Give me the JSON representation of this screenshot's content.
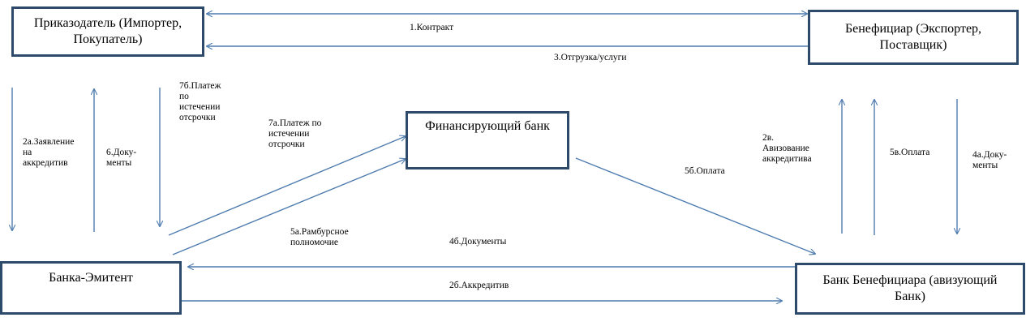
{
  "boxes": {
    "orderer": "Приказодатель (Импортер,\nПокупатель)",
    "beneficiary": "Бенефициар (Экспортер,\nПоставщик)",
    "financing_bank": "Финансирующий банк",
    "issuing_bank": "Банка-Эмитент",
    "beneficiary_bank": "Банк Бенефициара (авизующий\nБанк)"
  },
  "labels": {
    "contract": "1.Контракт",
    "shipment": "3.Отгрузка/услуги",
    "application": "2а.Заявление\nна\nаккредитив",
    "docs_6": "6.Доку-\nменты",
    "payment_7b": "7б.Платеж\nпо\nистечении\nотсрочки",
    "payment_7a": "7а.Платеж по\nистечении\nотсрочки",
    "advising": "2в.\nАвизование\nаккредитива",
    "payment_5v": "5в.Оплата",
    "docs_4a": "4а.Доку-\nменты",
    "payment_5b": "5б.Оплата",
    "reimbursement": "5а.Рамбурсное\nполномочие",
    "docs_4b": "4б.Документы",
    "lc_2b": "2б.Аккредитив"
  },
  "colors": {
    "box_border": "#2e4a6b",
    "arrow": "#4f7cae"
  }
}
